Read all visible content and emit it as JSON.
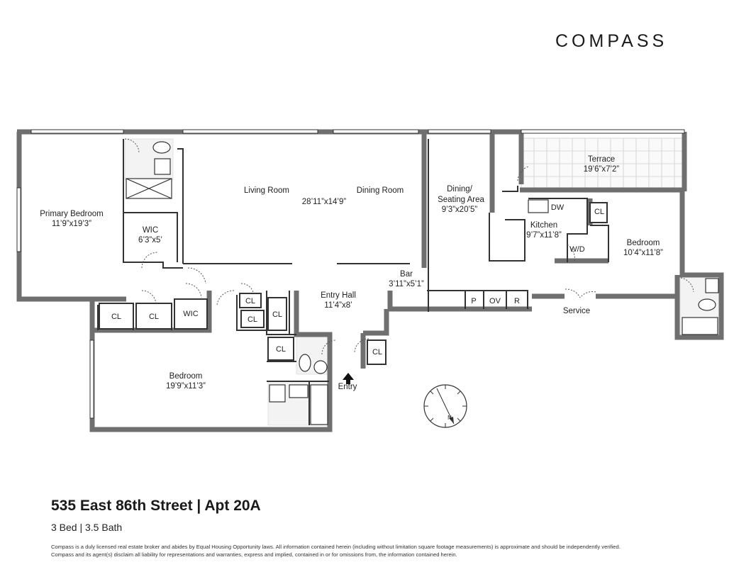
{
  "brand": {
    "logo_text": "COMPASS"
  },
  "listing": {
    "address": "535 East 86th Street | Apt 20A",
    "summary": "3 Bed | 3.5 Bath"
  },
  "rooms": {
    "primary_bedroom": {
      "name": "Primary Bedroom",
      "dims": "11’9”x19’3”"
    },
    "wic_primary": {
      "name": "WIC",
      "dims": "6’3”x5’"
    },
    "living_room": {
      "name": "Living Room"
    },
    "living_dining_dims": "28’11”x14’9”",
    "dining_room": {
      "name": "Dining Room"
    },
    "dining_seating": {
      "name_line1": "Dining/",
      "name_line2": "Seating Area",
      "dims": "9’3”x20’5”"
    },
    "terrace": {
      "name": "Terrace",
      "dims": "19’6”x7’2”"
    },
    "kitchen": {
      "name": "Kitchen",
      "dims": "9’7”x11’8”"
    },
    "bedroom_east": {
      "name": "Bedroom",
      "dims": "10’4”x11’8”"
    },
    "bedroom_south": {
      "name": "Bedroom",
      "dims": "19’9”x11’3”"
    },
    "entry_hall": {
      "name": "Entry Hall",
      "dims": "11’4”x8’"
    },
    "bar": {
      "name": "Bar",
      "dims": "3’11”x5’1”"
    }
  },
  "labels": {
    "cl": "CL",
    "wic": "WIC",
    "dw": "DW",
    "wd": "W/D",
    "pantry": "P",
    "oven": "OV",
    "refrigerator": "R",
    "service": "Service",
    "entry": "Entry",
    "north": "N"
  },
  "disclaimer": {
    "line1": "Compass is a duly licensed real estate broker and abides by Equal Housing Opportunity laws.  All information contained herein (including without limitation square footage measurements) is approximate and should be independently verified.",
    "line2": "Compass and its agent(s) disclaim all liability for representations and warranties, express and implied, contained in or for omissions from, the information contained herein."
  },
  "colors": {
    "wall": "#6f6f6f",
    "line": "#333333",
    "text": "#222222"
  }
}
